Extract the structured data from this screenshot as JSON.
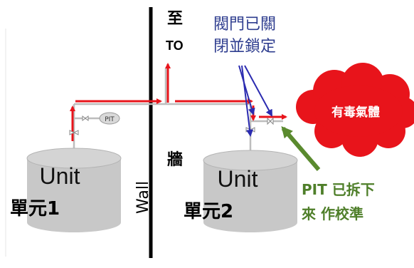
{
  "to_label_zh": "至",
  "to_label_en": "TO",
  "valve_note": [
    "閥門已關",
    "閉並鎖定"
  ],
  "toxic_gas": "有毒氣體",
  "wall_label_en": "Wall",
  "wall_label_zh": "牆",
  "unit1": {
    "tank_label": "Unit",
    "caption": "單元1"
  },
  "unit2": {
    "tank_label": "Unit",
    "caption": "單元2"
  },
  "pit_tag": "PIT",
  "pit_note": [
    "PIT 已拆下",
    "來 作校準"
  ],
  "colors": {
    "pipe_red": "#e8141b",
    "tank_gray": "#c8c8c8",
    "cloud_red": "#e8141b",
    "note_blue": "#2e3d8f",
    "pit_note_green": "#4f7f2a",
    "arrow_blue": "#2b2bb0",
    "arrow_green": "#5a8a2e"
  }
}
